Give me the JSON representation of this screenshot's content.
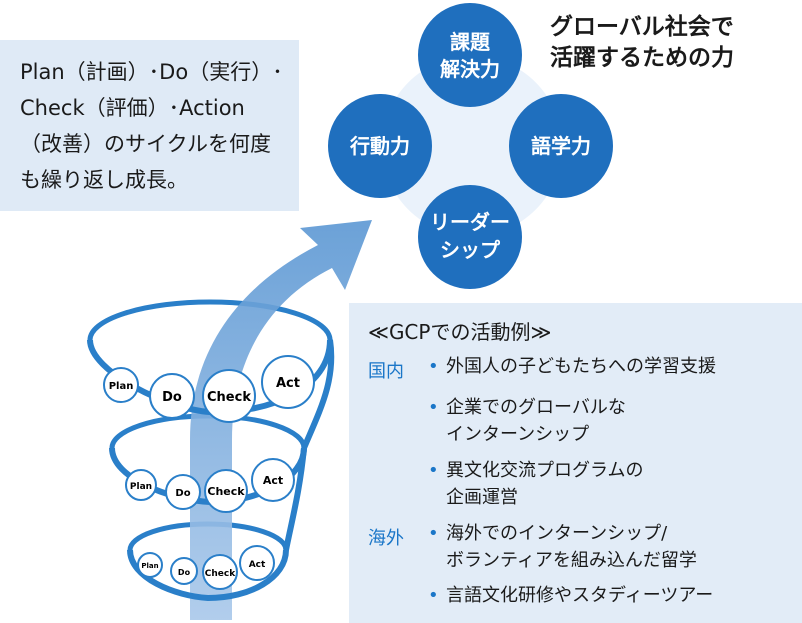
{
  "pdca_text": {
    "line1": "Plan（計画）･Do（実行）･",
    "line2": "Check（評価）･Action",
    "line3": "（改善）のサイクルを何度",
    "line4": "も繰り返し成長。"
  },
  "skills": {
    "top": {
      "line1": "課題",
      "line2": "解決力"
    },
    "left": "行動力",
    "right": "語学力",
    "bottom": {
      "line1": "リーダー",
      "line2": "シップ"
    }
  },
  "caption": {
    "line1": "グローバル社会で",
    "line2": "活躍するための力"
  },
  "cycle_labels": [
    "Plan",
    "Do",
    "Check",
    "Act"
  ],
  "gcp": {
    "title": "≪GCPでの活動例≫",
    "domestic_label": "国内",
    "overseas_label": "海外",
    "domestic_items": [
      {
        "line1": "外国人の子どもたちへの学習支援"
      },
      {
        "line1": "企業でのグローバルな",
        "line2": "インターンシップ"
      },
      {
        "line1": "異文化交流プログラムの",
        "line2": "企画運営"
      }
    ],
    "overseas_items": [
      {
        "line1": "海外でのインターンシップ/",
        "line2": "ボランティアを組み込んだ留学"
      },
      {
        "line1": "言語文化研修やスタディーツアー"
      }
    ],
    "bullet": "•"
  },
  "colors": {
    "circle_blue": "#1f6fbe",
    "arrow_blue": "#6ea4d8",
    "spiral_blue": "#2a7fc9",
    "box_bg": "#dfeaf6",
    "region_blue": "#1a76c8"
  }
}
